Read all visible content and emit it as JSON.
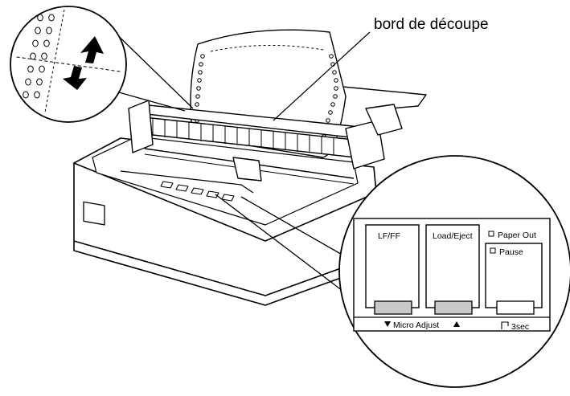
{
  "callout": {
    "text": "bord de découpe"
  },
  "panel": {
    "lf_ff_label": "LF/FF",
    "load_eject_label": "Load/Eject",
    "paper_out_label": "Paper Out",
    "pause_label": "Pause",
    "micro_adjust_label": "Micro Adjust",
    "sec_label": "3sec"
  },
  "colors": {
    "line": "#000000",
    "button_fill": "#c8c8c8",
    "background": "#ffffff"
  },
  "icons": [
    "up-down-arrow-icon",
    "down-arrow-icon",
    "up-arrow-icon",
    "indicator-square-icon",
    "press-hold-icon"
  ]
}
